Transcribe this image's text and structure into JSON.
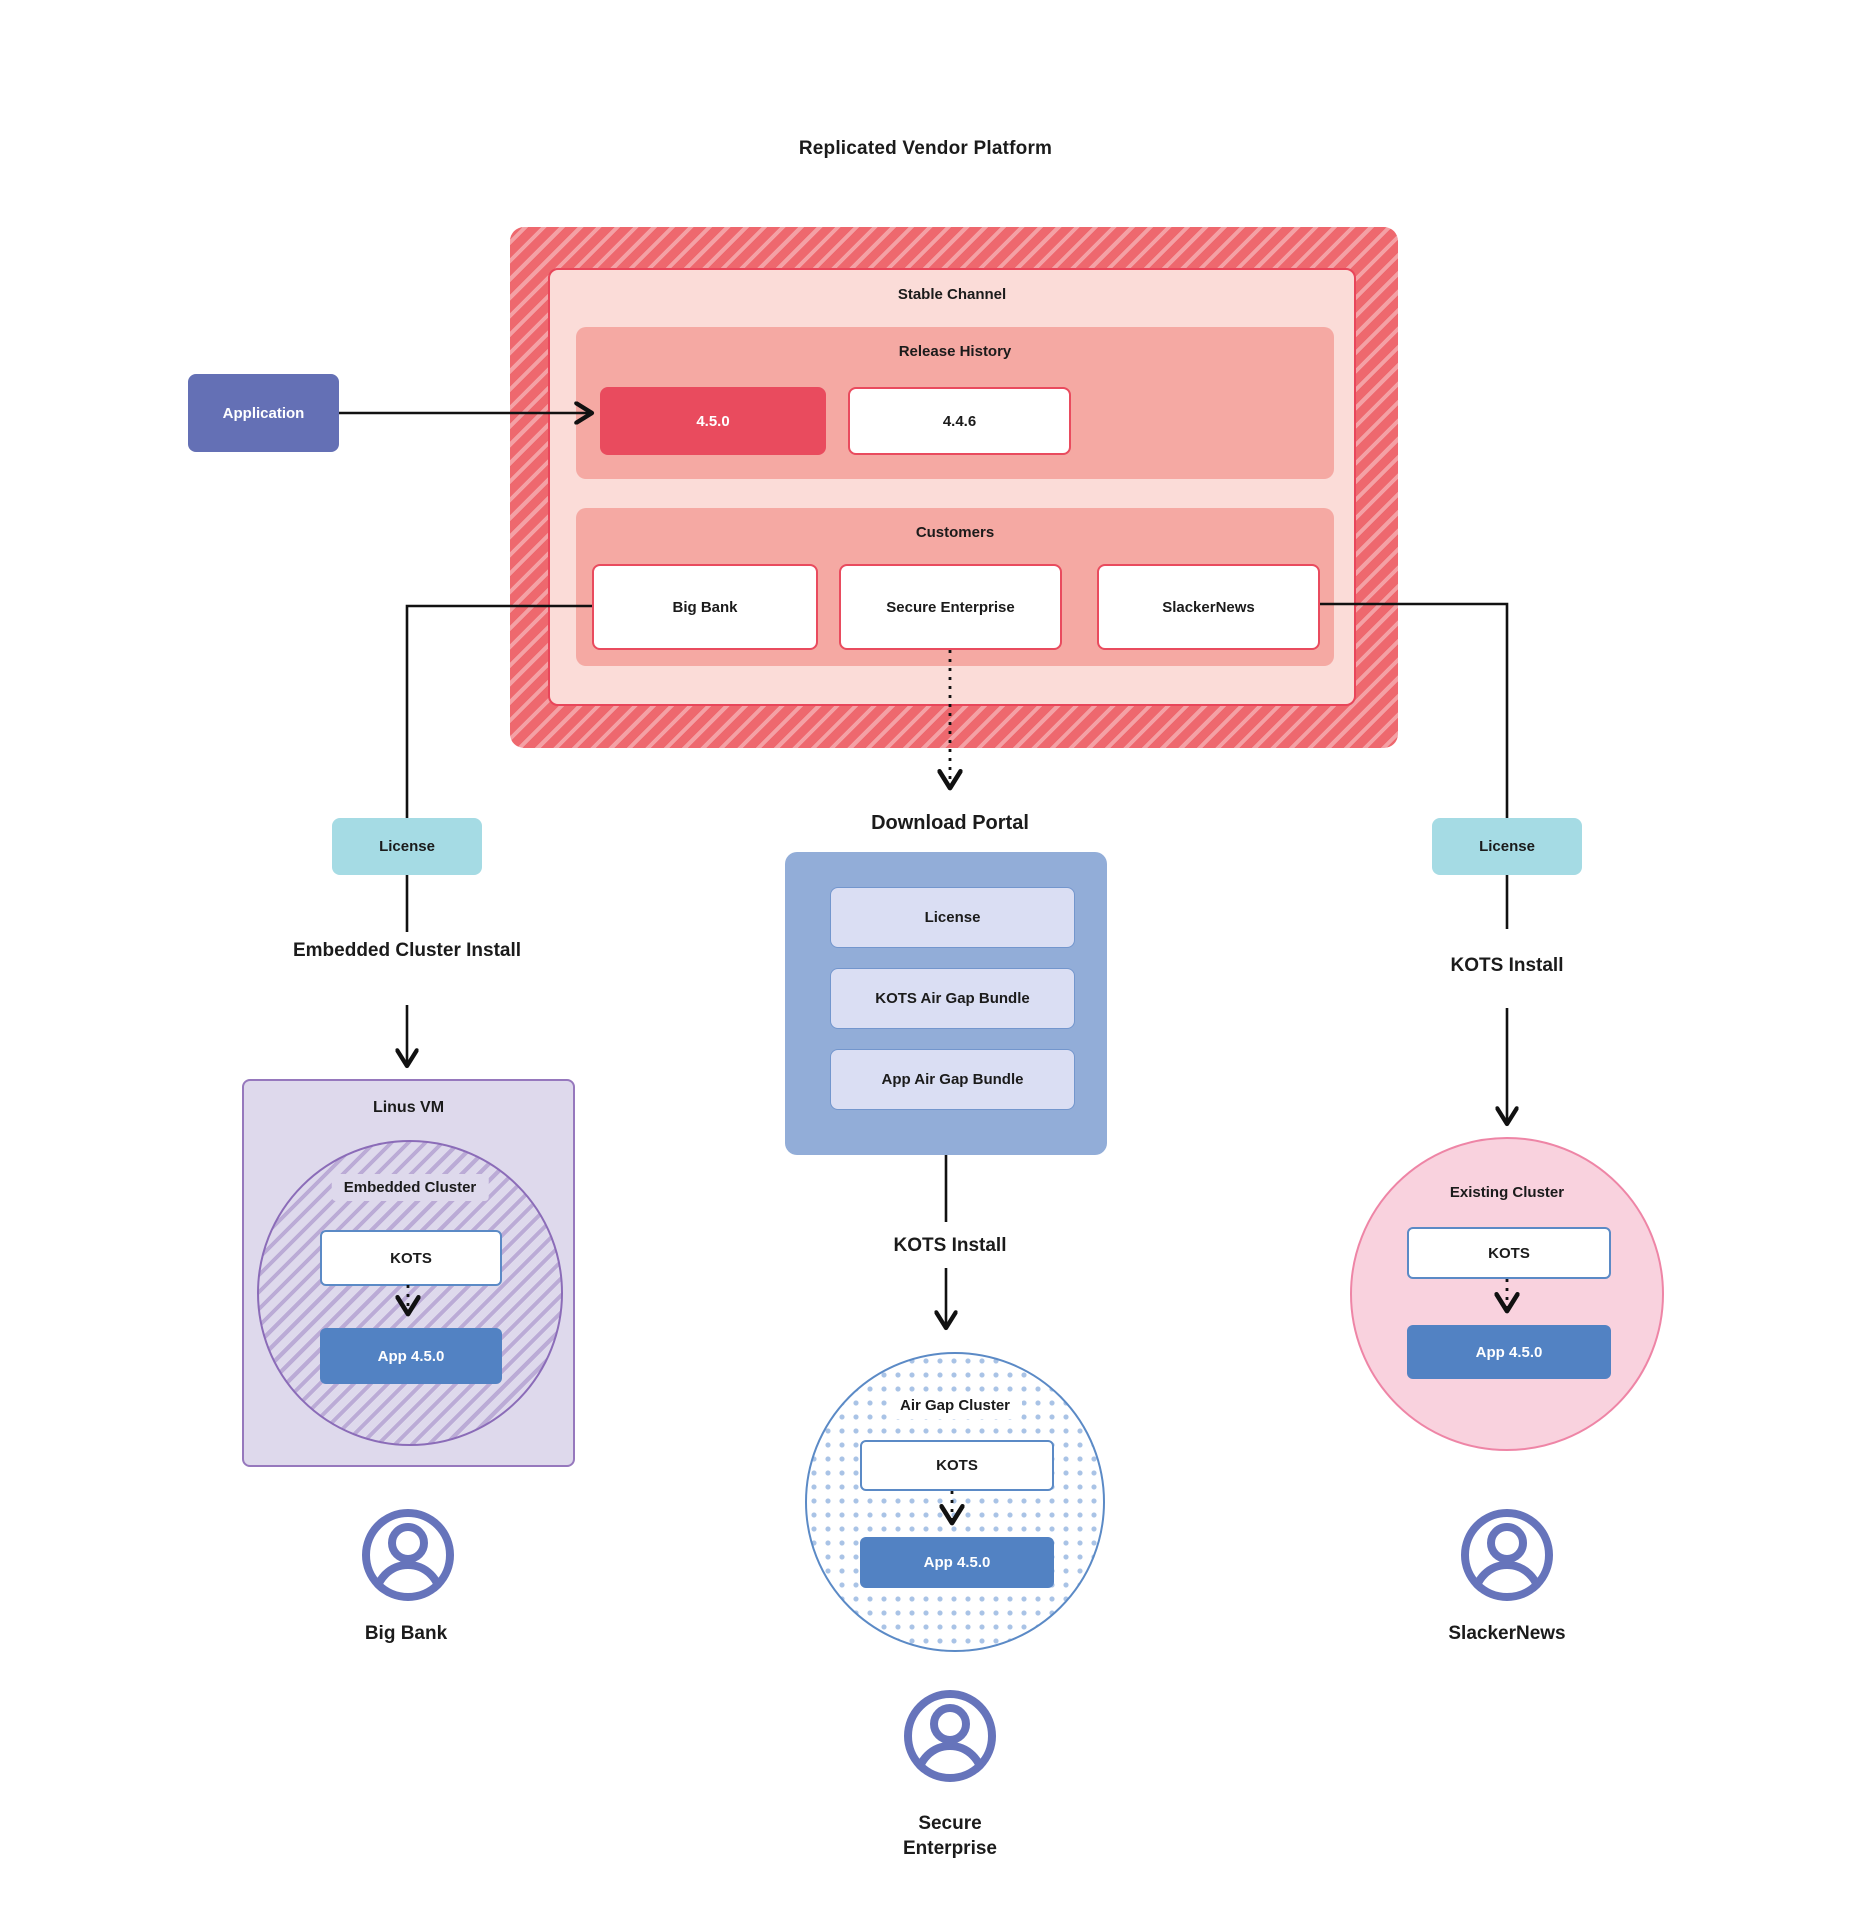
{
  "title": "Replicated Vendor Platform",
  "colors": {
    "red_accent": "#e94b5e",
    "hatch_red": "#ee686e",
    "salmon": "#f5a9a3",
    "light_pink": "#fbdcd8",
    "indigo": "#6470b5",
    "teal": "#a5dbe4",
    "portal_blue": "#92add8",
    "portal_item_blue": "#dadef3",
    "app_blue": "#5282c3",
    "purple_border": "#9678bd",
    "purple_bg": "#ded9ec",
    "pink_circle": "#f9d2de",
    "pink_border": "#ee85a6",
    "kots_border": "#5b8ac6",
    "person_icon": "#6674bb"
  },
  "application": {
    "label": "Application"
  },
  "platform": {
    "stable_channel": {
      "label": "Stable Channel"
    },
    "release_history": {
      "label": "Release History",
      "releases": [
        "4.5.0",
        "4.4.6"
      ]
    },
    "customers": {
      "label": "Customers",
      "items": [
        "Big Bank",
        "Secure Enterprise",
        "SlackerNews"
      ]
    }
  },
  "left_flow": {
    "license": "License",
    "install": "Embedded Cluster Install",
    "vm_label": "Linus VM",
    "cluster_label": "Embedded Cluster",
    "kots": "KOTS",
    "app": "App 4.5.0",
    "persona": "Big Bank"
  },
  "center_flow": {
    "portal_title": "Download Portal",
    "items": [
      "License",
      "KOTS Air Gap Bundle",
      "App Air Gap Bundle"
    ],
    "install": "KOTS Install",
    "cluster_label": "Air Gap Cluster",
    "kots": "KOTS",
    "app": "App 4.5.0",
    "persona": "Secure Enterprise"
  },
  "right_flow": {
    "license": "License",
    "install": "KOTS Install",
    "cluster_label": "Existing Cluster",
    "kots": "KOTS",
    "app": "App 4.5.0",
    "persona": "SlackerNews"
  }
}
